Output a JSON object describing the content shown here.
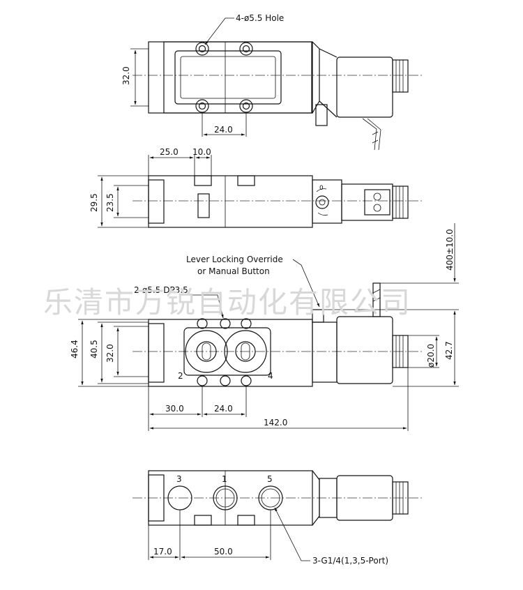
{
  "watermark": "乐清市万锐自动化有限公司",
  "view1": {
    "hole_label": "4-ø5.5 Hole",
    "dim_height": "32.0",
    "dim_pitch": "24.0"
  },
  "view2": {
    "dim_a": "25.0",
    "dim_b": "10.0",
    "dim_h_outer": "29.5",
    "dim_h_inner": "23.5",
    "dial_mark": "0"
  },
  "view3": {
    "override_label_1": "Lever Locking Override",
    "override_label_2": "or Manual Button",
    "hole_label": "2-ø5.5 DP3.5",
    "dim_46": "46.4",
    "dim_40": "40.5",
    "dim_32": "32.0",
    "port_left": "2",
    "port_right": "4",
    "dim_30": "30.0",
    "dim_24": "24.0",
    "dim_142": "142.0",
    "dim_cable": "400±10.0",
    "dim_dia20": "ø20.0",
    "dim_42": "42.7"
  },
  "view4": {
    "port_3": "3",
    "port_1": "1",
    "port_5": "5",
    "dim_17": "17.0",
    "dim_50": "50.0",
    "port_label": "3-G1/4(1,3,5-Port)"
  }
}
